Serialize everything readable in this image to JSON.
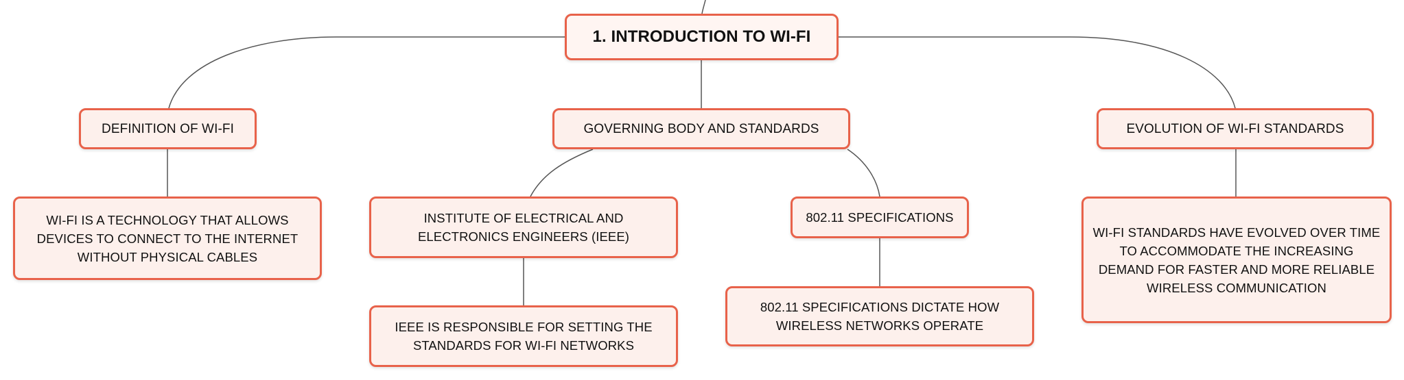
{
  "colors": {
    "node_border": "#e8624a",
    "node_fill": "#fdf0ec",
    "connector": "#555555",
    "text": "#111111"
  },
  "diagram": {
    "root": {
      "label": "1. INTRODUCTION TO WI-FI"
    },
    "definition": {
      "label": "DEFINITION OF WI-FI",
      "detail": "WI-FI IS A TECHNOLOGY THAT ALLOWS DEVICES TO CONNECT TO THE INTERNET WITHOUT PHYSICAL CABLES"
    },
    "governing": {
      "label": "GOVERNING BODY AND STANDARDS",
      "ieee": {
        "label": "INSTITUTE OF ELECTRICAL AND ELECTRONICS ENGINEERS (IEEE)",
        "detail": "IEEE IS RESPONSIBLE FOR SETTING THE STANDARDS FOR WI-FI NETWORKS"
      },
      "spec": {
        "label": "802.11 SPECIFICATIONS",
        "detail": "802.11 SPECIFICATIONS DICTATE HOW WIRELESS NETWORKS OPERATE"
      }
    },
    "evolution": {
      "label": "EVOLUTION OF WI-FI STANDARDS",
      "detail": "WI-FI STANDARDS HAVE EVOLVED OVER TIME TO ACCOMMODATE THE INCREASING DEMAND FOR FASTER AND MORE RELIABLE WIRELESS COMMUNICATION"
    }
  }
}
